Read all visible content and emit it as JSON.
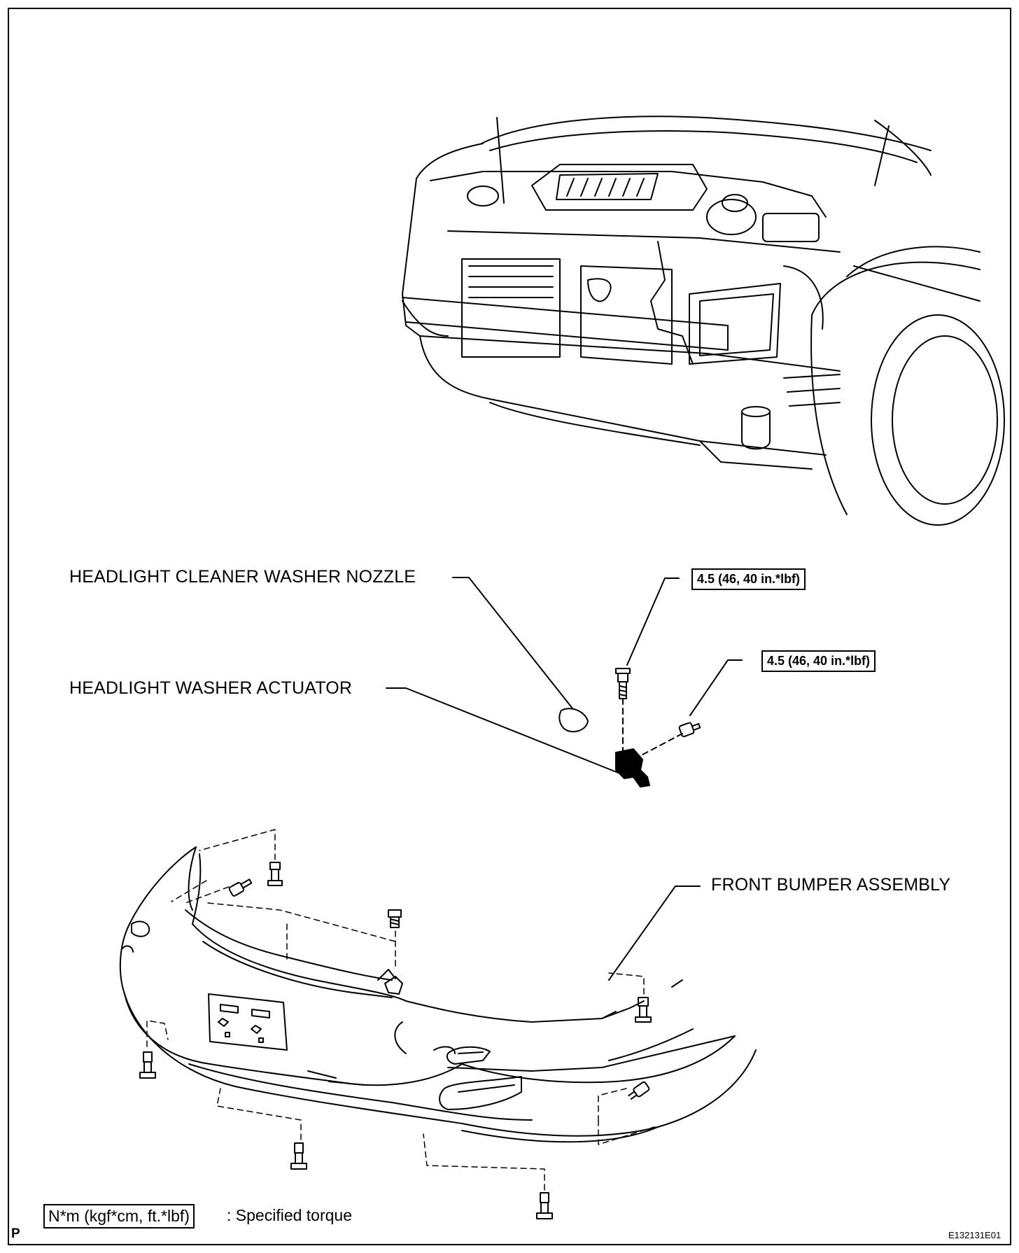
{
  "labels": {
    "nozzle": "HEADLIGHT CLEANER WASHER NOZZLE",
    "actuator": "HEADLIGHT WASHER ACTUATOR",
    "bumper": "FRONT BUMPER ASSEMBLY"
  },
  "torque_values": {
    "upper": "4.5 (46, 40 in.*lbf)",
    "lower": "4.5 (46, 40 in.*lbf)"
  },
  "legend": {
    "box_text": "N*m (kgf*cm, ft.*lbf)",
    "description": ": Specified torque"
  },
  "footer": {
    "corner_mark": "P",
    "figure_id": "E132131E01"
  }
}
